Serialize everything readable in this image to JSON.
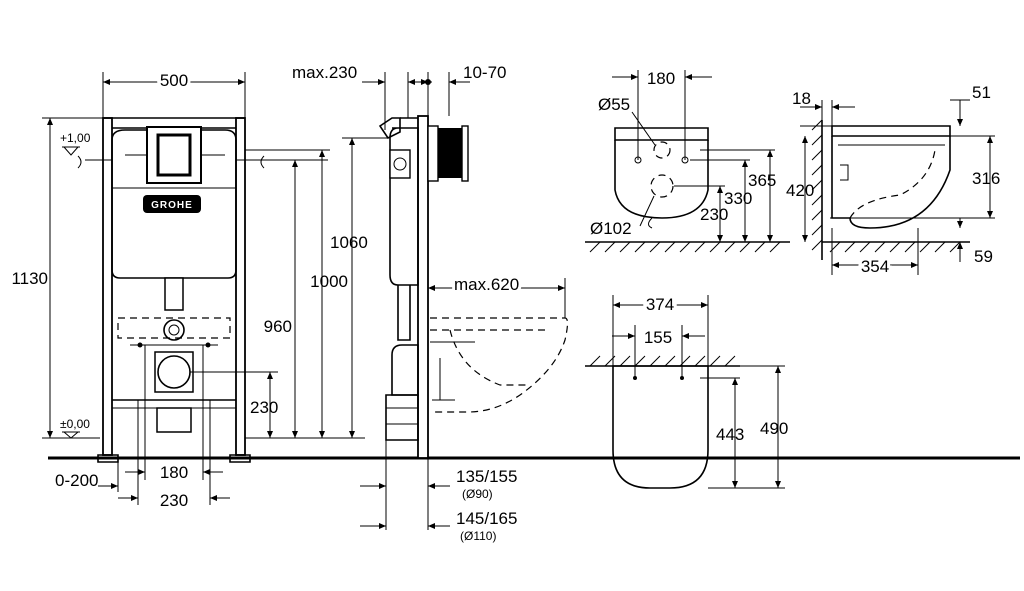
{
  "front_view": {
    "width_top": "500",
    "height_total": "1130",
    "level_top": "+1,00",
    "level_floor": "±0,00",
    "h_1000": "1000",
    "h_960": "960",
    "h_230": "230",
    "offset_0_200": "0-200",
    "bottom_180": "180",
    "bottom_230": "230",
    "logo": "GROHE"
  },
  "side_view": {
    "max_230": "max.230",
    "range_10_70": "10-70",
    "h_1060": "1060",
    "max_620": "max.620",
    "d_135_155": "135/155",
    "d_90": "(Ø90)",
    "d_145_165": "145/165",
    "d_110": "(Ø110)"
  },
  "bowl_back_view": {
    "w_180": "180",
    "d_55": "Ø55",
    "d_102": "Ø102",
    "h_365": "365",
    "h_330": "330",
    "h_230": "230"
  },
  "bowl_side_view": {
    "t_18": "18",
    "t_51": "51",
    "h_420": "420",
    "h_316": "316",
    "w_354": "354",
    "h_59": "59"
  },
  "bowl_top_view": {
    "w_374": "374",
    "w_155": "155",
    "l_443": "443",
    "l_490": "490"
  }
}
